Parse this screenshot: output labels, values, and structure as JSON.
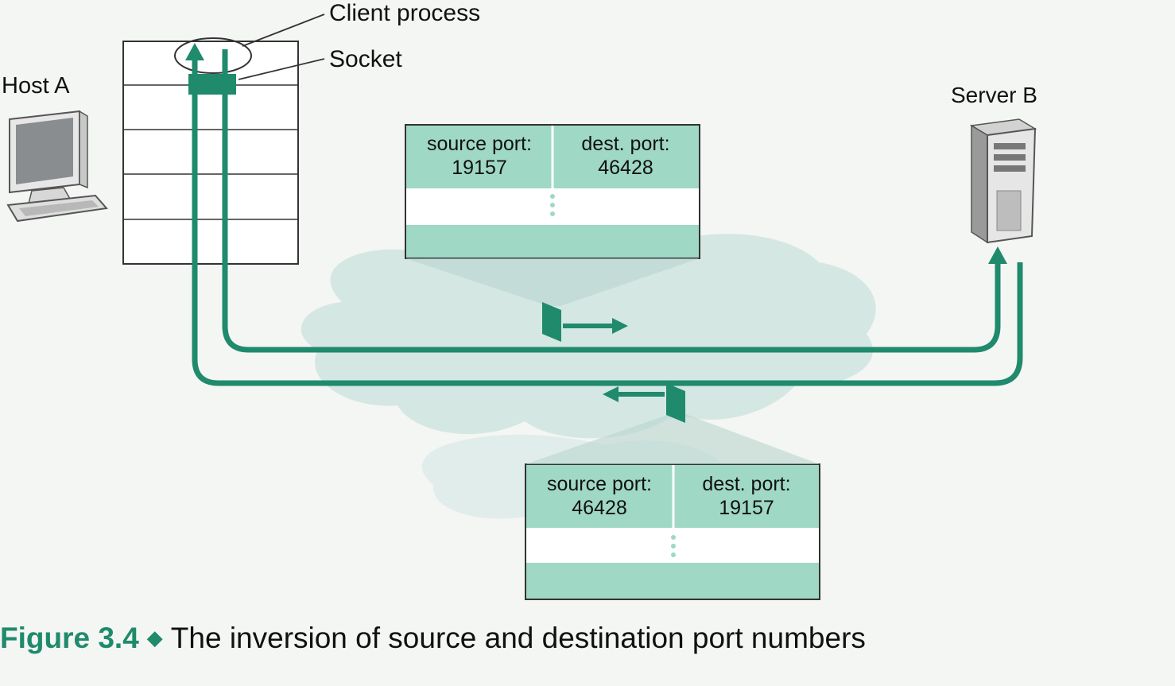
{
  "labels": {
    "client_process": "Client process",
    "socket": "Socket",
    "host_a": "Host A",
    "server_b": "Server B"
  },
  "segments": [
    {
      "source_label": "source port:",
      "source_value": "19157",
      "dest_label": "dest. port:",
      "dest_value": "46428"
    },
    {
      "source_label": "source port:",
      "source_value": "46428",
      "dest_label": "dest. port:",
      "dest_value": "19157"
    }
  ],
  "caption": {
    "figure": "Figure 3.4",
    "text": "The inversion of source and destination port numbers"
  },
  "colors": {
    "accent": "#1f8a6c",
    "segment_fill": "#9fd8c4",
    "cloud": "#cfe4df",
    "page": "#f4f6f3"
  },
  "icons": [
    "desktop-computer-icon",
    "server-tower-icon"
  ]
}
